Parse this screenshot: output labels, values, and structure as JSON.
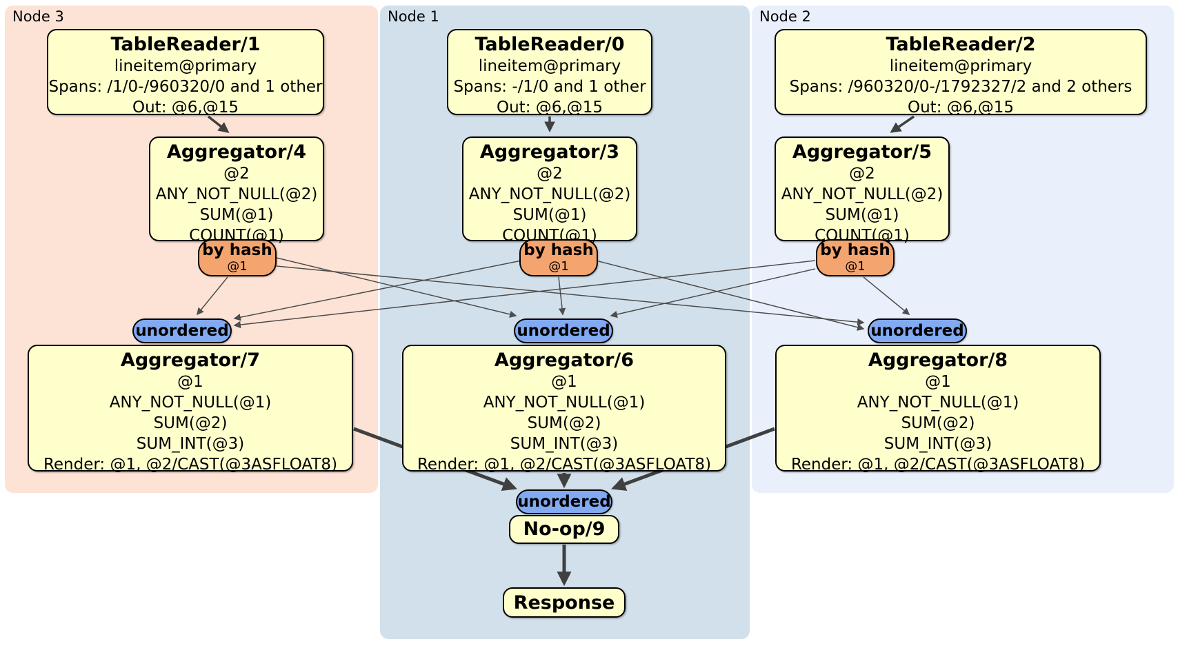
{
  "node_groups": [
    {
      "label": "Node 3"
    },
    {
      "label": "Node 1"
    },
    {
      "label": "Node 2"
    }
  ],
  "processors": {
    "tablereader1": {
      "title": "TableReader/1",
      "lines": [
        "lineitem@primary",
        "Spans: /1/0-/960320/0 and 1 other",
        "Out: @6,@15"
      ]
    },
    "tablereader0": {
      "title": "TableReader/0",
      "lines": [
        "lineitem@primary",
        "Spans: -/1/0 and 1 other",
        "Out: @6,@15"
      ]
    },
    "tablereader2": {
      "title": "TableReader/2",
      "lines": [
        "lineitem@primary",
        "Spans: /960320/0-/1792327/2 and 2 others",
        "Out: @6,@15"
      ]
    },
    "aggregator4": {
      "title": "Aggregator/4",
      "lines": [
        "@2",
        "ANY_NOT_NULL(@2)",
        "SUM(@1)",
        "COUNT(@1)"
      ]
    },
    "aggregator3": {
      "title": "Aggregator/3",
      "lines": [
        "@2",
        "ANY_NOT_NULL(@2)",
        "SUM(@1)",
        "COUNT(@1)"
      ]
    },
    "aggregator5": {
      "title": "Aggregator/5",
      "lines": [
        "@2",
        "ANY_NOT_NULL(@2)",
        "SUM(@1)",
        "COUNT(@1)"
      ]
    },
    "aggregator7": {
      "title": "Aggregator/7",
      "lines": [
        "@1",
        "ANY_NOT_NULL(@1)",
        "SUM(@2)",
        "SUM_INT(@3)",
        "Render: @1, @2/CAST(@3ASFLOAT8)"
      ]
    },
    "aggregator6": {
      "title": "Aggregator/6",
      "lines": [
        "@1",
        "ANY_NOT_NULL(@1)",
        "SUM(@2)",
        "SUM_INT(@3)",
        "Render: @1, @2/CAST(@3ASFLOAT8)"
      ]
    },
    "aggregator8": {
      "title": "Aggregator/8",
      "lines": [
        "@1",
        "ANY_NOT_NULL(@1)",
        "SUM(@2)",
        "SUM_INT(@3)",
        "Render: @1, @2/CAST(@3ASFLOAT8)"
      ]
    },
    "noop9": {
      "title": "No-op/9"
    },
    "response": {
      "title": "Response"
    }
  },
  "routers": {
    "by_hash": {
      "label": "by hash",
      "sublabel": "@1"
    }
  },
  "syncs": {
    "unordered": {
      "label": "unordered"
    }
  },
  "colors": {
    "node3_bg": "#fce3d5",
    "node1_bg": "#d2e0eb",
    "node2_bg": "#eaf0fb",
    "processor_bg": "#ffffcc",
    "router_bg": "#f4a46e",
    "sync_bg": "#82aaf2",
    "edge": "#404040"
  }
}
